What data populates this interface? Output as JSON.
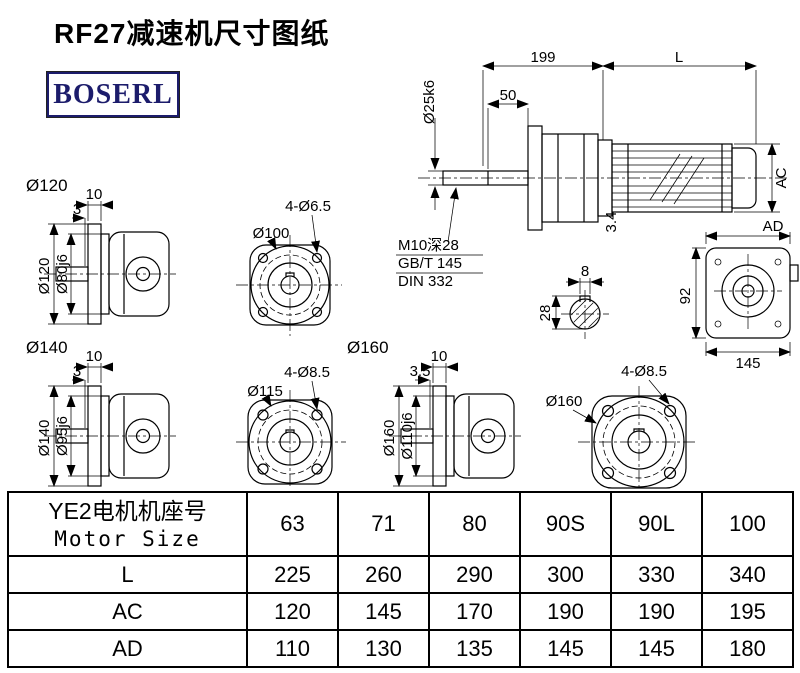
{
  "page": {
    "title": "RF27减速机尺寸图纸",
    "logo_text": "BOSERL",
    "accent_color": "#1c1c6b",
    "line_color": "#000000",
    "background": "#ffffff"
  },
  "main_view": {
    "dim_top_left": "199",
    "dim_top_right": "L",
    "dim_shaft_len": "50",
    "dim_shaft_dia": "Ø25k6",
    "dim_motor_dia": "AC",
    "dim_small": "3.4",
    "note_tap": "M10深28",
    "note_std1": "GB/T 145",
    "note_std2": "DIN 332"
  },
  "key_section": {
    "dim_key_width": "8",
    "dim_key_height": "28"
  },
  "end_view": {
    "dim_width_top": "AD",
    "dim_height": "92",
    "dim_width_bottom": "145"
  },
  "flange_120": {
    "label": "Ø120",
    "dim_thickness": "10",
    "dim_step": "3",
    "dim_outer": "Ø120",
    "dim_pilot": "Ø80j6"
  },
  "face_100": {
    "dim_dia": "Ø100",
    "dim_holes": "4-Ø6.5"
  },
  "flange_140": {
    "label": "Ø140",
    "dim_thickness": "10",
    "dim_step": "3",
    "dim_outer": "Ø140",
    "dim_pilot": "Ø95j6"
  },
  "face_115": {
    "dim_dia": "Ø115",
    "dim_holes": "4-Ø8.5"
  },
  "flange_160": {
    "label": "Ø160",
    "dim_thickness": "10",
    "dim_step": "3.5",
    "dim_outer": "Ø160",
    "dim_pilot": "Ø110j6"
  },
  "face_160": {
    "dim_dia": "Ø160",
    "dim_holes": "4-Ø8.5"
  },
  "table": {
    "header_line1": "YE2电机机座号",
    "header_line2": "Motor Size",
    "sizes": [
      "63",
      "71",
      "80",
      "90S",
      "90L",
      "100"
    ],
    "rows": [
      {
        "label": "L",
        "values": [
          "225",
          "260",
          "290",
          "300",
          "330",
          "340"
        ]
      },
      {
        "label": "AC",
        "values": [
          "120",
          "145",
          "170",
          "190",
          "190",
          "195"
        ]
      },
      {
        "label": "AD",
        "values": [
          "110",
          "130",
          "135",
          "145",
          "145",
          "180"
        ]
      }
    ]
  }
}
